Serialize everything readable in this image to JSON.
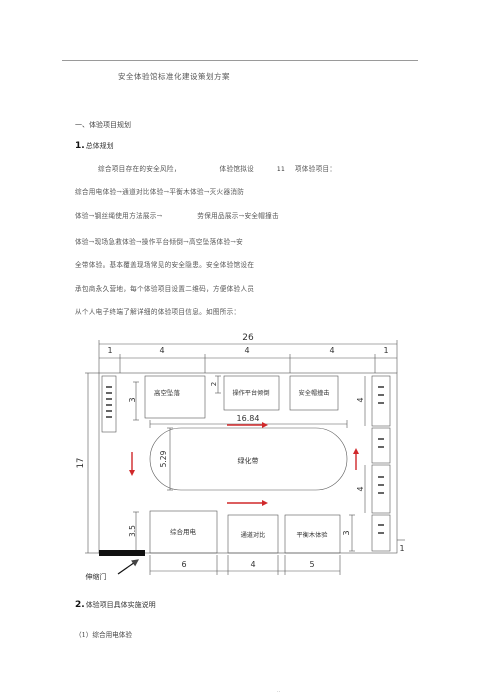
{
  "document": {
    "title": "安全体验馆标准化建设策划方案",
    "section_heading": "一、体验项目规划",
    "sub1": {
      "num": "1.",
      "text": "总体规划"
    },
    "para": {
      "l1a": "综合项目存在的安全风险，",
      "l1b": "体验馆拟设",
      "l1num": "11",
      "l1c": "项体验项目：",
      "l2": "综合用电体验→通道对比体验→平衡木体验→灭火器消防",
      "l3a": "体验→钢丝绳使用方法展示→",
      "l3b": "劳保用品展示→安全帽撞击",
      "l4": "体验→现场急救体验→操作平台倾倒→高空坠落体验→安",
      "l5": "全带体验。基本覆盖现场常见的安全隐患。安全体验馆设在",
      "l6": "承包商永久营地，每个体验项目设置二维码，方便体验人员",
      "l7": "从个人电子终端了解详细的体验项目信息。如图所示："
    },
    "sub2": {
      "num": "2.",
      "text": "体验项目具体实施说明"
    },
    "item1": "（1）综合用电体验",
    "footer": ".."
  },
  "floorplan": {
    "dim_total_width": "26",
    "dim_top": [
      "1",
      "4",
      "4",
      "4",
      "1"
    ],
    "dim_height": "17",
    "dim_right_top": "4",
    "dim_right_mid": "4",
    "dim_right_bot": "3",
    "dim_right_far": "1",
    "dim_left_top": "3",
    "dim_left_bot": "3.5",
    "dim_box2": "2",
    "dim_track_width": "16.84",
    "dim_track_height": "5.29",
    "dim_bottom": [
      "6",
      "4",
      "5"
    ],
    "rooms": {
      "high_fall": "高空坠落",
      "platform_tilt": "操作平台倾倒",
      "helmet": "安全帽撞击",
      "green_belt": "绿化带",
      "power": "综合用电",
      "channel": "通道对比",
      "balance": "平衡木体验"
    },
    "entrance": "伸缩门",
    "accent_color": "#d0282a"
  }
}
